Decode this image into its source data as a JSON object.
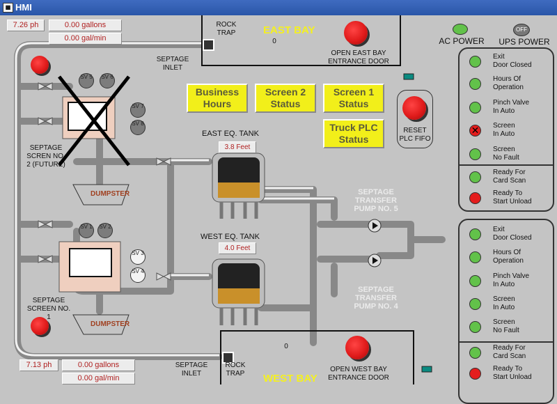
{
  "window": {
    "title": "HMI"
  },
  "east": {
    "ph": "7.26 ph",
    "gallons": "0.00 gallons",
    "flow": "0.00 gal/min",
    "inlet_label": "SEPTAGE INLET",
    "rock_trap": "ROCK TRAP",
    "bay_label": "EAST BAY",
    "bay_count": "0",
    "door_button": "OPEN EAST BAY ENTRANCE DOOR"
  },
  "west": {
    "ph": "7.13 ph",
    "gallons": "0.00 gallons",
    "flow": "0.00 gal/min",
    "inlet_label": "SEPTAGE INLET",
    "rock_trap": "ROCK TRAP",
    "bay_label": "WEST BAY",
    "bay_count": "0",
    "door_button": "OPEN WEST BAY ENTRANCE DOOR"
  },
  "power": {
    "ac_label": "AC POWER",
    "ups_label": "UPS POWER",
    "ups_state": "OFF"
  },
  "nav_buttons": [
    {
      "label": "Business Hours"
    },
    {
      "label": "Screen 2 Status"
    },
    {
      "label": "Screen 1 Status"
    },
    {
      "label": "Truck PLC Status"
    }
  ],
  "reset_button": "RESET PLC FIFO",
  "tanks": {
    "east": {
      "name": "EAST EQ. TANK",
      "level": "3.8 Feet"
    },
    "west": {
      "name": "WEST EQ. TANK",
      "level": "4.0 Feet"
    }
  },
  "pumps": {
    "p5": "SEPTAGE TRANSFER PUMP NO. 5",
    "p4": "SEPTAGE TRANSFER PUMP NO. 4"
  },
  "screens": {
    "s2": {
      "label": "SEPTAGE SCREN NO. 2 (FUTURE)",
      "valves": [
        "SV 5",
        "SV 6",
        "SV 7",
        "SV 8"
      ]
    },
    "s1": {
      "label": "SEPTAGE SCREEN NO. 1",
      "valves": [
        "SV 1",
        "SV 2",
        "SV 3",
        "SV 4"
      ]
    }
  },
  "dumpster_label": "DUMPSTER",
  "east_status": [
    {
      "label1": "Exit",
      "label2": "Door Closed",
      "state": "green"
    },
    {
      "label1": "Hours Of",
      "label2": "Operation",
      "state": "green"
    },
    {
      "label1": "Pinch Valve",
      "label2": "In Auto",
      "state": "green"
    },
    {
      "label1": "Screen",
      "label2": "In Auto",
      "state": "fault-x"
    },
    {
      "label1": "Screen",
      "label2": "No Fault",
      "state": "green"
    },
    {
      "label1": "Ready For",
      "label2": "Card Scan",
      "state": "green"
    },
    {
      "label1": "Ready To",
      "label2": "Start Unload",
      "state": "red"
    }
  ],
  "west_status": [
    {
      "label1": "Exit",
      "label2": "Door Closed",
      "state": "green"
    },
    {
      "label1": "Hours Of",
      "label2": "Operation",
      "state": "green"
    },
    {
      "label1": "Pinch Valve",
      "label2": "In Auto",
      "state": "green"
    },
    {
      "label1": "Screen",
      "label2": "In Auto",
      "state": "green"
    },
    {
      "label1": "Screen",
      "label2": "No Fault",
      "state": "green"
    },
    {
      "label1": "Ready For",
      "label2": "Card Scan",
      "state": "green"
    },
    {
      "label1": "Ready To",
      "label2": "Start Unload",
      "state": "red"
    }
  ],
  "colors": {
    "status_green": "#62c24a",
    "status_red": "#e41d1d",
    "button_yellow": "#f2ef1a",
    "bay_yellow": "#f4f020",
    "readout_red": "#b02020"
  }
}
